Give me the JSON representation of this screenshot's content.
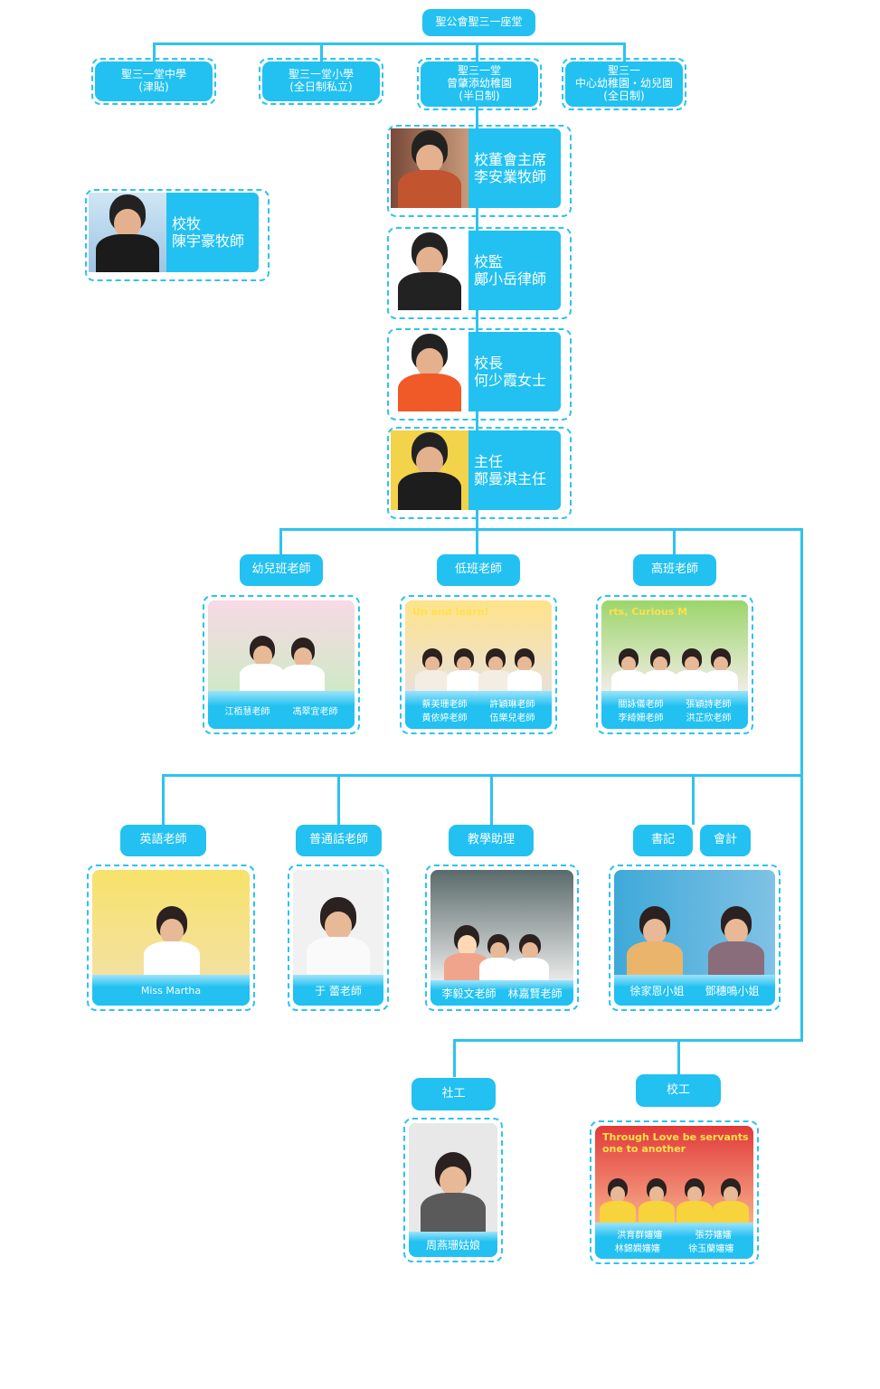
{
  "root": "聖公會聖三一座堂",
  "schools": [
    "聖三一堂中學\n(津貼)",
    "聖三一堂小學\n(全日制私立)",
    "聖三一堂\n曾肇添幼稚園\n(半日制)",
    "聖三一\n中心幼稚園・幼兒園\n(全日制)"
  ],
  "leaders": [
    {
      "title": "校董會主席",
      "name": "李安業牧師"
    },
    {
      "title": "校牧",
      "name": "陳宇豪牧師"
    },
    {
      "title": "校監",
      "name": "鄺小岳律師"
    },
    {
      "title": "校長",
      "name": "何少霞女士"
    },
    {
      "title": "主任",
      "name": "鄭曼淇主任"
    }
  ],
  "groups": [
    {
      "label": "幼兒班老師",
      "names": [
        "江栢慧老師",
        "馮翠宜老師"
      ]
    },
    {
      "label": "低班老師",
      "names": [
        "蔡美珊老師",
        "許穎琳老師",
        "黃依婷老師",
        "伍樂兒老師"
      ],
      "banner": "Un and learn!"
    },
    {
      "label": "高班老師",
      "names": [
        "關詠儀老師",
        "張穎詩老師",
        "李綺姍老師",
        "洪芷欣老師"
      ],
      "banner": "rts, Curious M"
    },
    {
      "label": "英語老師",
      "names": [
        "Miss Martha"
      ]
    },
    {
      "label": "普通話老師",
      "names": [
        "于 蕾老師"
      ]
    },
    {
      "label": "教學助理",
      "names": [
        "李毅文老師",
        "林嘉賢老師"
      ]
    },
    {
      "label": "書記",
      "names": [
        "徐家恩小姐"
      ]
    },
    {
      "label": "會計",
      "names": [
        "鄧穗鳴小姐"
      ]
    },
    {
      "label": "社工",
      "names": [
        "周燕珊姑娘"
      ]
    },
    {
      "label": "校工",
      "names": [
        "洪育群嬸嬸",
        "張芬嬸嬸",
        "林錦嫻嬸嬸",
        "徐玉蘭嬸嬸"
      ],
      "banner": "Through Love be servants one to another"
    }
  ],
  "colors": {
    "accent": "#22c1f1",
    "line": "#2ec3ee"
  }
}
